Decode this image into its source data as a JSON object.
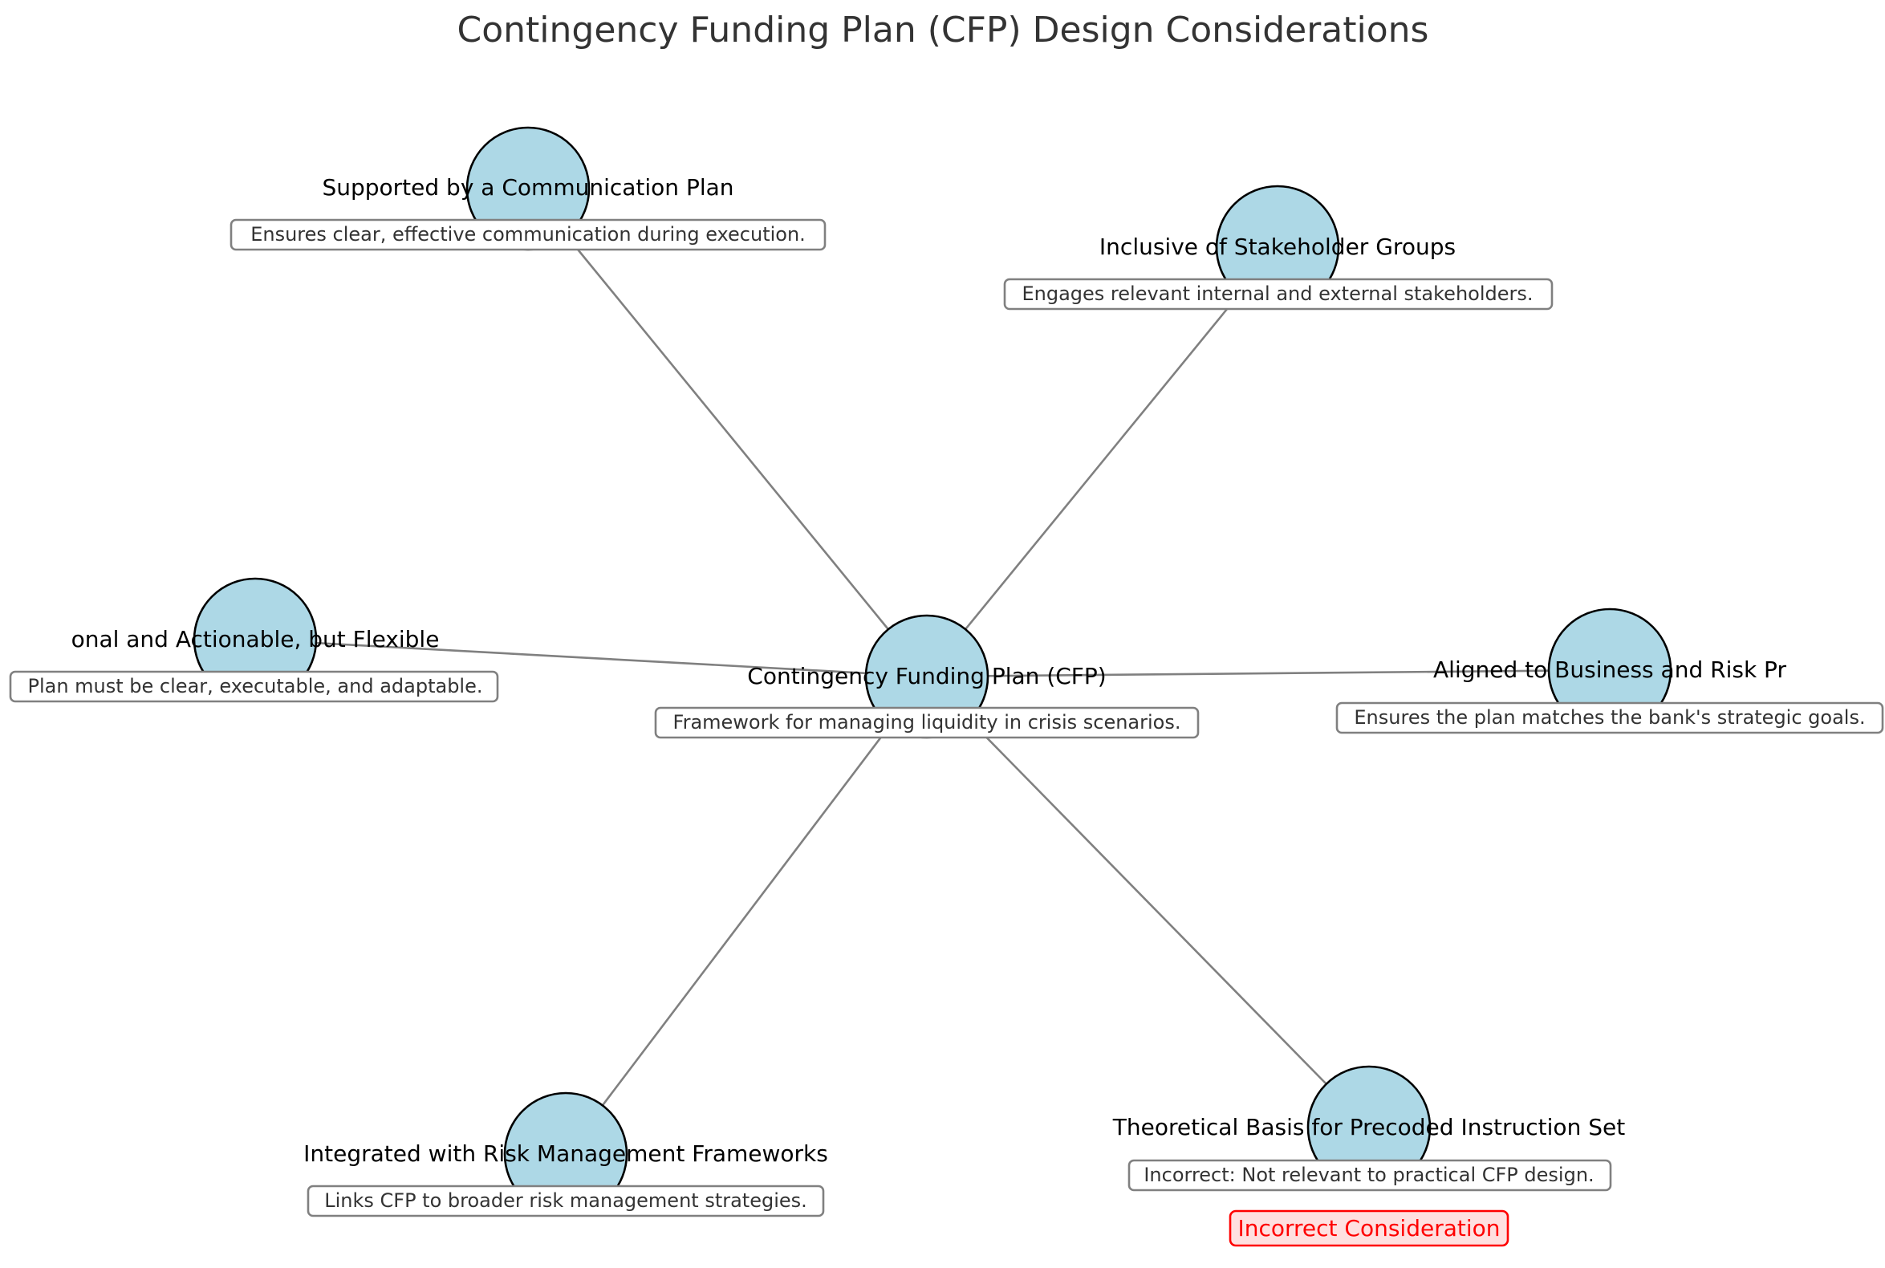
{
  "title": "Contingency Funding Plan (CFP) Design Considerations",
  "colors": {
    "node_fill": "#add8e6",
    "node_stroke": "#000000",
    "edge": "#808080",
    "title": "#333333",
    "incorrect_text": "#ff0000",
    "incorrect_fill": "#ffe0e0"
  },
  "center": {
    "id": "center",
    "label": "Contingency Funding Plan (CFP)",
    "description": "Framework for managing liquidity in crisis scenarios."
  },
  "considerations": [
    {
      "id": "communication",
      "label": "Supported by a Communication Plan",
      "description": "Ensures clear, effective communication during execution."
    },
    {
      "id": "stakeholders",
      "label": "Inclusive of Stakeholder Groups",
      "description": "Engages relevant internal and external stakeholders."
    },
    {
      "id": "operational",
      "label": "onal and Actionable, but Flexible",
      "description": "Plan must be clear, executable, and adaptable."
    },
    {
      "id": "aligned",
      "label": "Aligned to Business and Risk Pr",
      "description": "Ensures the plan matches the bank's strategic goals."
    },
    {
      "id": "integrated",
      "label": "Integrated with Risk Management Frameworks",
      "description": "Links CFP to broader risk management strategies."
    },
    {
      "id": "theoretical",
      "label": "Theoretical Basis for Precoded Instruction Set",
      "description": "Incorrect: Not relevant to practical CFP design.",
      "badge": "Incorrect Consideration"
    }
  ]
}
